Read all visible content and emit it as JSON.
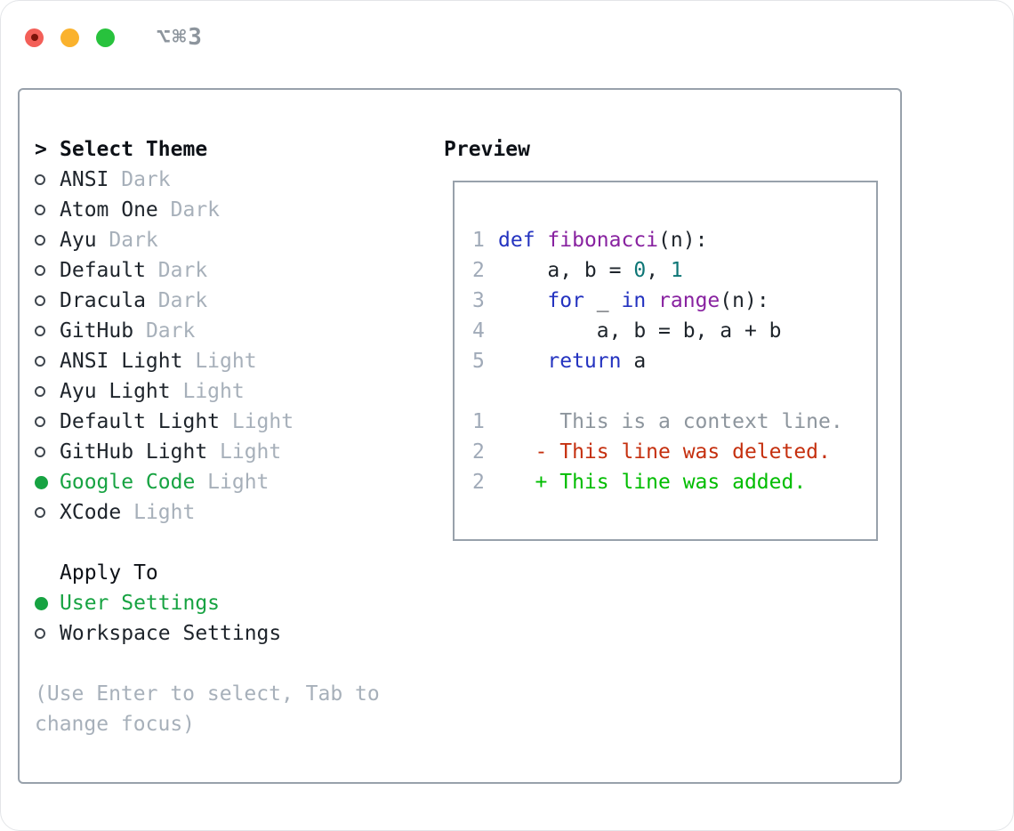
{
  "titlebar": {
    "shortcut": "⌥⌘3",
    "buttons": [
      "close",
      "minimize",
      "zoom"
    ]
  },
  "theme_picker": {
    "prompt": ">",
    "header": "Select Theme",
    "items": [
      {
        "name": "ANSI",
        "variant": "Dark",
        "selected": false
      },
      {
        "name": "Atom One",
        "variant": "Dark",
        "selected": false
      },
      {
        "name": "Ayu",
        "variant": "Dark",
        "selected": false
      },
      {
        "name": "Default",
        "variant": "Dark",
        "selected": false
      },
      {
        "name": "Dracula",
        "variant": "Dark",
        "selected": false
      },
      {
        "name": "GitHub",
        "variant": "Dark",
        "selected": false
      },
      {
        "name": "ANSI Light",
        "variant": "Light",
        "selected": false
      },
      {
        "name": "Ayu Light",
        "variant": "Light",
        "selected": false
      },
      {
        "name": "Default Light",
        "variant": "Light",
        "selected": false
      },
      {
        "name": "GitHub Light",
        "variant": "Light",
        "selected": false
      },
      {
        "name": "Google Code",
        "variant": "Light",
        "selected": true
      },
      {
        "name": "XCode",
        "variant": "Light",
        "selected": false
      }
    ]
  },
  "apply_to": {
    "label": "Apply To",
    "options": [
      {
        "name": "User Settings",
        "selected": true
      },
      {
        "name": "Workspace Settings",
        "selected": false
      }
    ]
  },
  "help": {
    "line1": "(Use Enter to select, Tab to",
    "line2": "change focus)"
  },
  "preview": {
    "title": "Preview",
    "lines": [
      {
        "num": "1",
        "tokens": [
          {
            "text": "def",
            "style": "kw"
          },
          {
            "text": " ",
            "style": "pl"
          },
          {
            "text": "fibonacci",
            "style": "fn"
          },
          {
            "text": "(n):",
            "style": "pl"
          }
        ]
      },
      {
        "num": "2",
        "tokens": [
          {
            "text": "    a, b = ",
            "style": "pl"
          },
          {
            "text": "0",
            "style": "num"
          },
          {
            "text": ", ",
            "style": "pl"
          },
          {
            "text": "1",
            "style": "num"
          }
        ]
      },
      {
        "num": "3",
        "tokens": [
          {
            "text": "    ",
            "style": "pl"
          },
          {
            "text": "for",
            "style": "kw"
          },
          {
            "text": " _ ",
            "style": "pl"
          },
          {
            "text": "in",
            "style": "kw"
          },
          {
            "text": " ",
            "style": "pl"
          },
          {
            "text": "range",
            "style": "fn"
          },
          {
            "text": "(n):",
            "style": "pl"
          }
        ]
      },
      {
        "num": "4",
        "tokens": [
          {
            "text": "        a, b = b, a + b",
            "style": "pl"
          }
        ]
      },
      {
        "num": "5",
        "tokens": [
          {
            "text": "    ",
            "style": "pl"
          },
          {
            "text": "return",
            "style": "kw"
          },
          {
            "text": " a",
            "style": "pl"
          }
        ]
      },
      {
        "num": "",
        "tokens": []
      },
      {
        "num": "1",
        "tokens": [
          {
            "text": "     This is a context line.",
            "style": "ctx"
          }
        ]
      },
      {
        "num": "2",
        "tokens": [
          {
            "text": "   - This line was deleted.",
            "style": "del"
          }
        ]
      },
      {
        "num": "2",
        "tokens": [
          {
            "text": "   + This line was added.",
            "style": "add"
          }
        ]
      }
    ]
  },
  "colors": {
    "accent_green": "#17a342",
    "added_green": "#00bd00",
    "deleted_red": "#c5300f",
    "keyword_blue": "#2433c0",
    "function_purple": "#8822a0",
    "number_teal": "#0e7676",
    "muted_gray": "#a7b0ba",
    "border_gray": "#98a1ab",
    "traffic_red": "#f35f58",
    "traffic_yellow": "#fab22d",
    "traffic_green": "#28c23d"
  }
}
